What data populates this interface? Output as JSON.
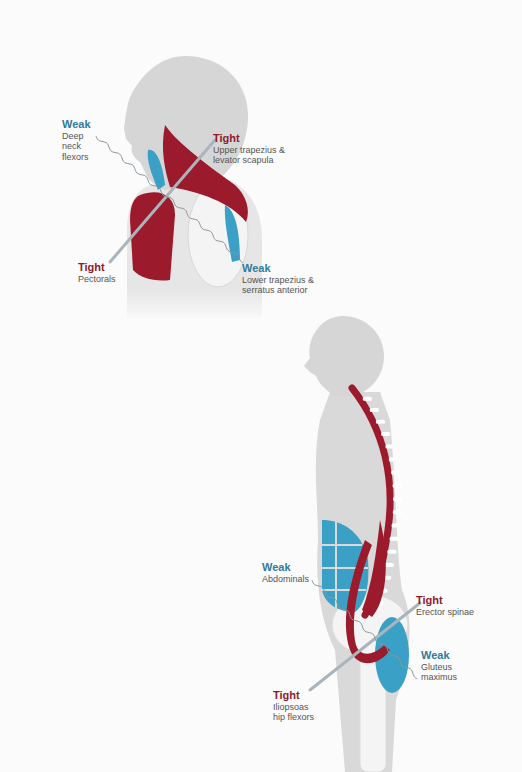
{
  "diagram": {
    "labels": [
      "Weak",
      "Deep neck flexors",
      "Tight",
      "Upper trapezius & levator scapula",
      "Tight",
      "Pectorals",
      "Weak",
      "Lower trapezius & serratus anterior",
      "Weak",
      "Abdominals",
      "Tight",
      "Erector spinae",
      "Tight",
      "Iliopsoas hip flexors",
      "Weak",
      "Gluteus maximus"
    ]
  }
}
